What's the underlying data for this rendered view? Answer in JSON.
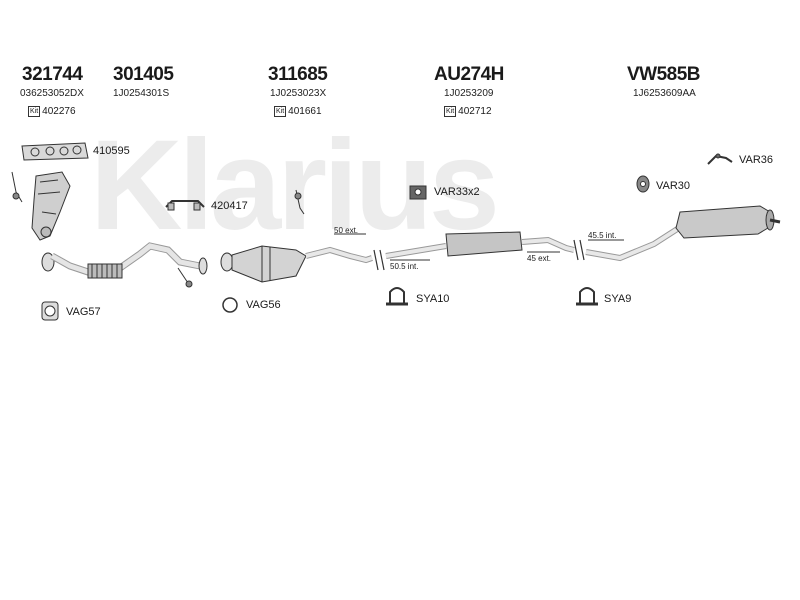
{
  "watermark": "Klarius",
  "parts": [
    {
      "number": "321744",
      "oe": "036253052DX",
      "kit": "402276"
    },
    {
      "number": "301405",
      "oe": "1J0254301S",
      "kit": ""
    },
    {
      "number": "311685",
      "oe": "1J0253023X",
      "kit": "401661"
    },
    {
      "number": "AU274H",
      "oe": "1J0253209",
      "kit": "402712"
    },
    {
      "number": "VW585B",
      "oe": "1J6253609AA",
      "kit": ""
    }
  ],
  "kit_badge": "Kit",
  "labels": {
    "gasket_410595": "410595",
    "clamp_420417": "420417",
    "var33": "VAR33x2",
    "var30": "VAR30",
    "var36": "VAR36",
    "vag57": "VAG57",
    "vag56": "VAG56",
    "sya10": "SYA10",
    "sya9": "SYA9"
  },
  "dimensions": {
    "d1": "50 ext.",
    "d2": "50.5 int.",
    "d3": "45 ext.",
    "d4": "45.5 int."
  }
}
